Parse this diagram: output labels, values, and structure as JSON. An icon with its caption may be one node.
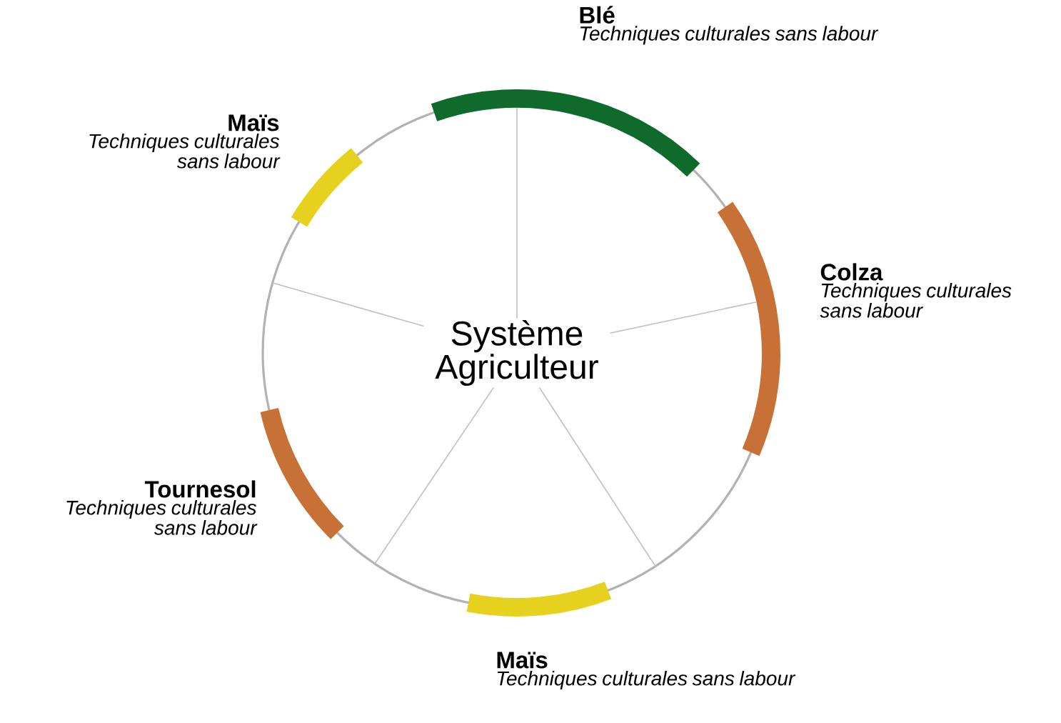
{
  "diagram": {
    "nodes": [
      {
        "text": [
          "Système Agriculteur"
        ],
        "in": 1
      },
      {
        "text": [],
        "shape": "circle"
      },
      {
        "text": [
          "Blé",
          "Techniques culturales sans labour"
        ]
      },
      {
        "text": [
          "Colza",
          "Techniques culturales sans labour"
        ]
      },
      {
        "text": [
          "Maïs",
          "Techniques culturales sans labour"
        ]
      },
      {
        "text": [
          "Tournesol",
          "Techniques culturales sans labour"
        ]
      },
      {
        "text": [
          "Maïs",
          "Techniques culturales sans labour"
        ]
      }
    ],
    "edges": [
      {
        "from": 0,
        "to": 2,
        "arrow": "none"
      },
      {
        "from": 0,
        "to": 3,
        "arrow": "none"
      },
      {
        "from": 0,
        "to": 1,
        "arrow": "none"
      },
      {
        "from": 0,
        "to": 1,
        "arrow": "none"
      },
      {
        "from": 0,
        "to": 1,
        "arrow": "none"
      }
    ]
  }
}
